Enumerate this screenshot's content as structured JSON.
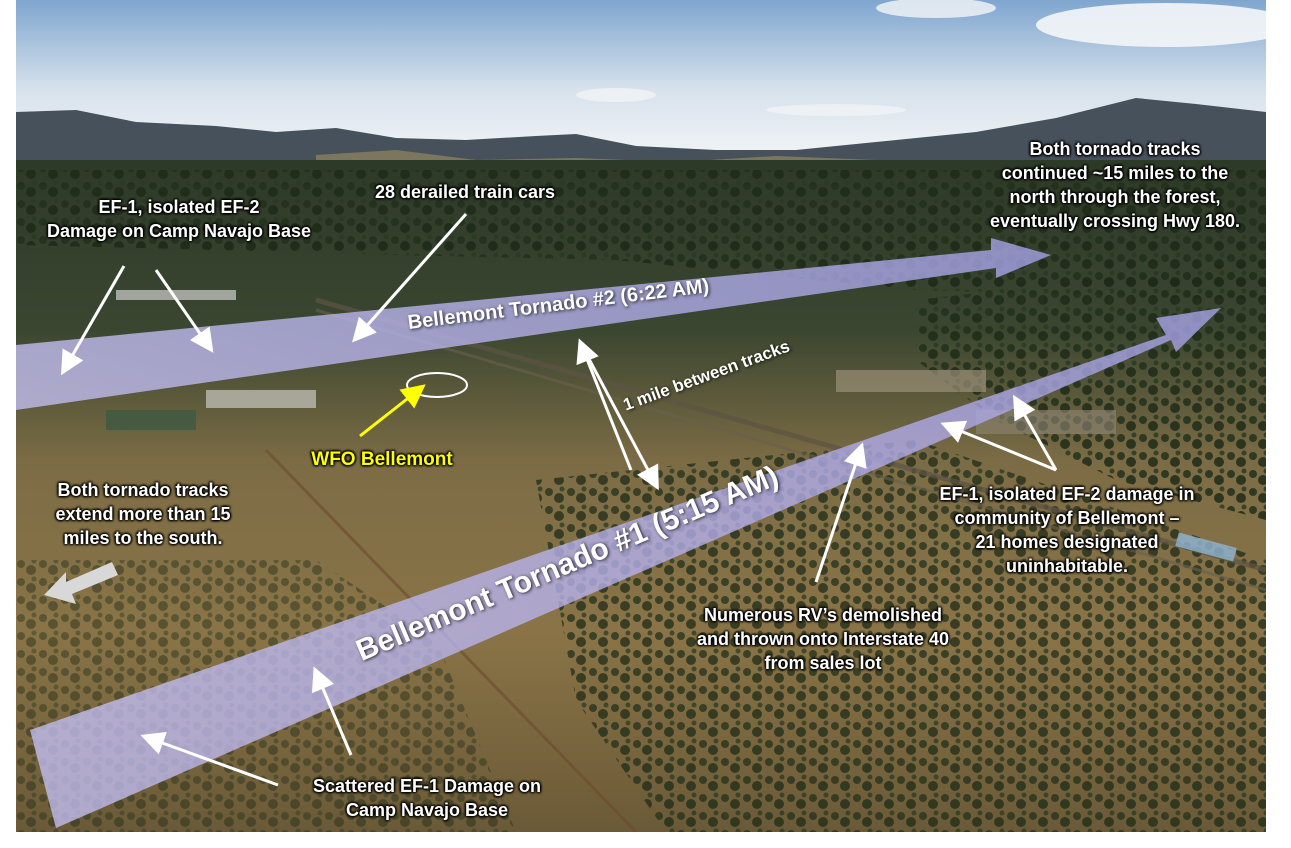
{
  "image": {
    "description_labels": {
      "camp_navajo_top": [
        "EF-1, isolated EF-2",
        "Damage on Camp Navajo Base"
      ],
      "derailed": [
        "28 derailed train cars"
      ],
      "north_tracks": [
        "Both tornado tracks",
        "continued ~15 miles to the",
        "north through the forest,",
        "eventually crossing Hwy 180."
      ],
      "tornado2": "Bellemont Tornado #2  (6:22 AM)",
      "tornado1": "Bellemont Tornado #1  (5:15 AM)",
      "mile_between": "1 mile between tracks",
      "wfo": "WFO Bellemont",
      "south_tracks": [
        "Both tornado tracks",
        "extend more than 15",
        "miles to the south."
      ],
      "bellemont_community": [
        "EF-1, isolated EF-2 damage in",
        "community of Bellemont –",
        "21 homes designated",
        "uninhabitable."
      ],
      "rv": [
        "Numerous RV’s demolished",
        "and thrown onto Interstate 40",
        "from sales lot"
      ],
      "camp_navajo_bottom": [
        "Scattered EF-1 Damage on",
        "Camp Navajo Base"
      ]
    },
    "colors": {
      "sky_top": "#8fb2d6",
      "sky_bottom": "#e8eef4",
      "mountains": "#4a5560",
      "forest": "#2d3d26",
      "grassland": "#8b7a4e",
      "track_band": "#b8b4ee",
      "highlight": "#ffff00"
    }
  }
}
